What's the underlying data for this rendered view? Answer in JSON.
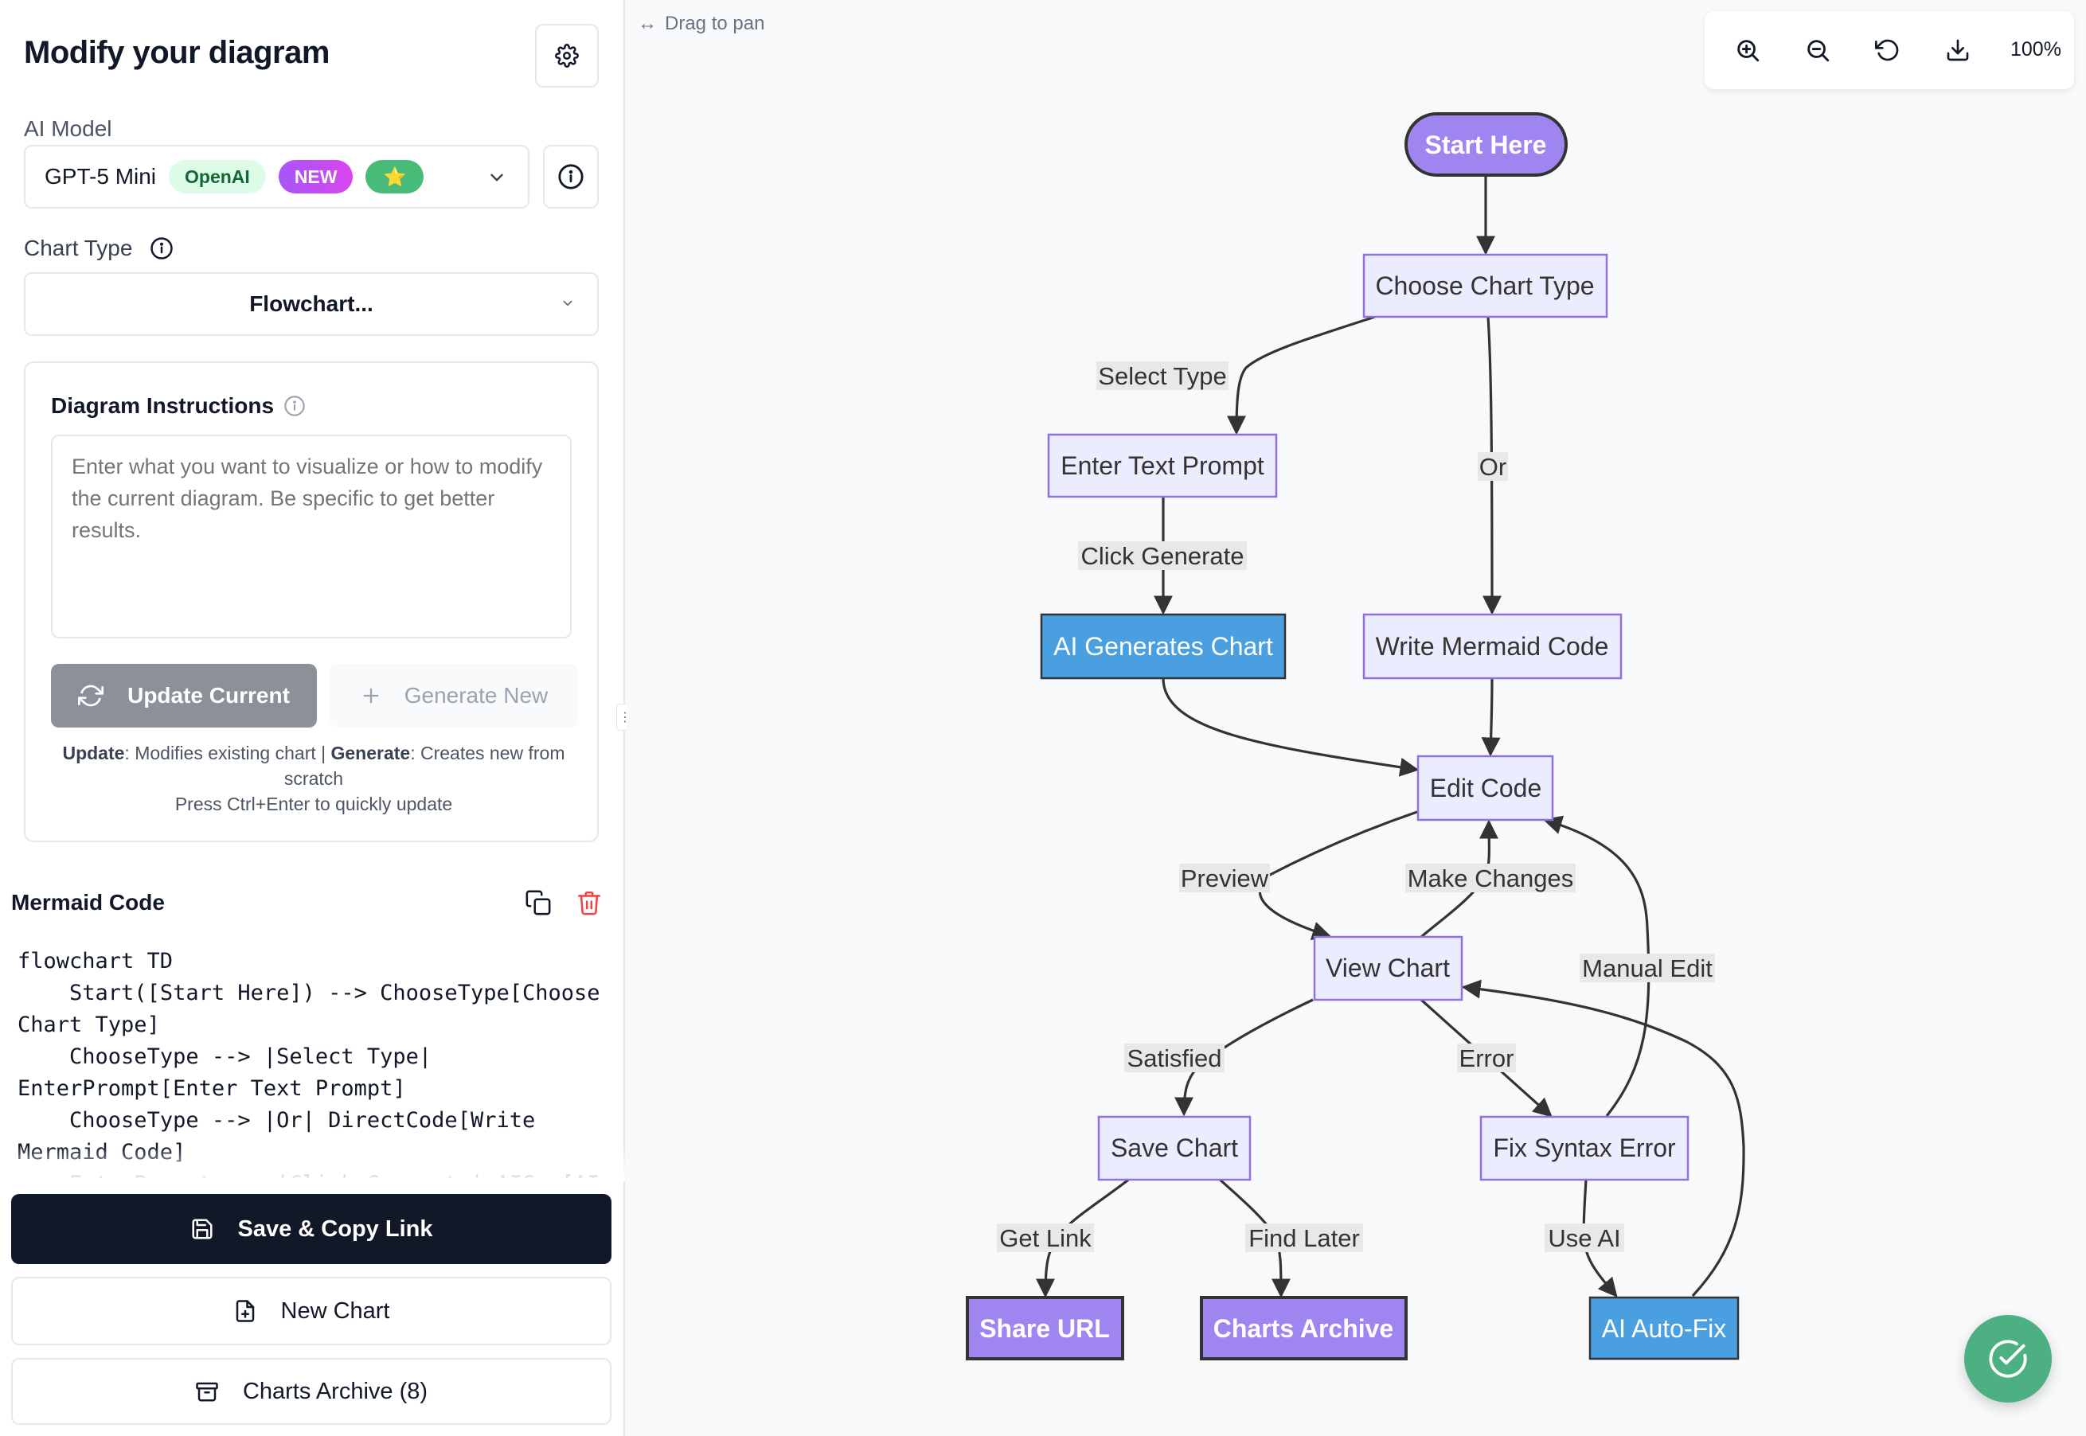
{
  "sidebar": {
    "title": "Modify your diagram",
    "model_label": "AI Model",
    "model": {
      "name": "GPT-5 Mini",
      "provider_badge": "OpenAI",
      "new_badge": "NEW",
      "star_badge": "⭐"
    },
    "chart_type_label": "Chart Type",
    "chart_type_value": "Flowchart...",
    "instructions": {
      "title": "Diagram Instructions",
      "placeholder": "Enter what you want to visualize or how to modify the current diagram. Be specific to get better results.",
      "update_label": "Update Current",
      "generate_label": "Generate New",
      "help_update_bold": "Update",
      "help_update_text": ": Modifies existing chart | ",
      "help_generate_bold": "Generate",
      "help_generate_text": ": Creates new from scratch",
      "help_shortcut": "Press Ctrl+Enter to quickly update"
    },
    "code_title": "Mermaid Code",
    "code_text": "flowchart TD\n    Start([Start Here]) --> ChooseType[Choose Chart Type]\n    ChooseType --> |Select Type| EnterPrompt[Enter Text Prompt]\n    ChooseType --> |Or| DirectCode[Write Mermaid Code]\n    EnterPrompt --> |Click Generate| AIGen[AI Generates Chart]",
    "save_label": "Save & Copy Link",
    "new_chart_label": "New Chart",
    "archive_label": "Charts Archive (8)"
  },
  "canvas": {
    "drag_hint": "Drag to pan",
    "zoom_level": "100%"
  },
  "diagram": {
    "nodes": {
      "start": "Start Here",
      "choose": "Choose Chart Type",
      "prompt": "Enter Text Prompt",
      "mermaid": "Write Mermaid Code",
      "aigen": "AI Generates Chart",
      "edit": "Edit Code",
      "view": "View Chart",
      "save": "Save Chart",
      "fix": "Fix Syntax Error",
      "share": "Share URL",
      "archive": "Charts Archive",
      "autofix": "AI Auto-Fix"
    },
    "edge_labels": {
      "select_type": "Select Type",
      "or": "Or",
      "click_generate": "Click Generate",
      "preview": "Preview",
      "make_changes": "Make Changes",
      "manual_edit": "Manual Edit",
      "satisfied": "Satisfied",
      "error": "Error",
      "get_link": "Get Link",
      "find_later": "Find Later",
      "use_ai": "Use AI"
    }
  },
  "colors": {
    "node_fill": "#ECECFF",
    "node_stroke": "#9370DB",
    "accent_purple": "#9F85F0",
    "accent_blue": "#4A9FE0",
    "dark_button": "#111827",
    "fab_green": "#4CB083"
  }
}
